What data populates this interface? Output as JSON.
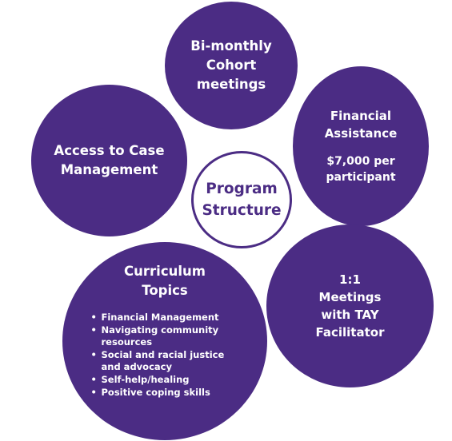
{
  "center": {
    "label": "Program\nStructure"
  },
  "bubbles": {
    "cohort": {
      "label": "Bi-monthly\nCohort\nmeetings"
    },
    "case_management": {
      "label": "Access to Case\nManagement"
    },
    "financial": {
      "label": "Financial\nAssistance",
      "amount": "$7,000 per\nparticipant"
    },
    "meetings": {
      "label": "1:1\nMeetings\nwith TAY\nFacilitator"
    },
    "curriculum": {
      "label": "Curriculum\nTopics",
      "topics": [
        "Financial Management",
        "Navigating community resources",
        "Social and racial justice and advocacy",
        "Self-help/healing",
        "Positive coping skills"
      ]
    }
  },
  "colors": {
    "bubble_fill": "#4b2c84",
    "text_on_bubble": "#ffffff",
    "center_border": "#4b2c84"
  },
  "icons": {
    "bullet": "bullet-dot-icon"
  }
}
